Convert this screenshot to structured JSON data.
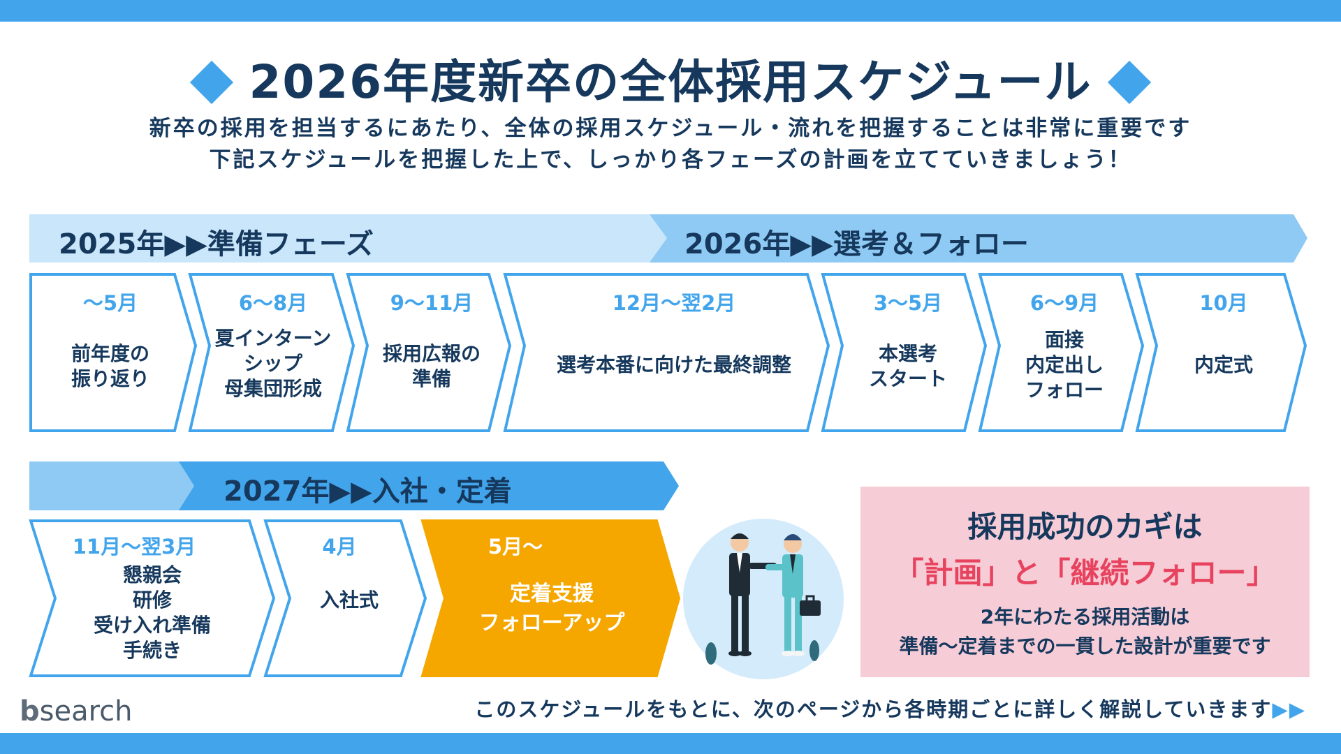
{
  "title": "2026年度新卒の全体採用スケジュール",
  "subtitle": [
    "新卒の採用を担当するにあたり、全体の採用スケジュール・流れを把握することは非常に重要です",
    "下記スケジュールを把握した上で、しっかり各フェーズの計画を立てていきましょう！"
  ],
  "phases": [
    {
      "label": "2025年▶▶準備フェーズ"
    },
    {
      "label": "2026年▶▶選考＆フォロー"
    },
    {
      "label": "2027年▶▶入社・定着"
    }
  ],
  "row1": [
    {
      "month": "〜5月",
      "desc": "前年度の\n振り返り"
    },
    {
      "month": "6〜8月",
      "desc": "夏インターン\nシップ\n母集団形成"
    },
    {
      "month": "9〜11月",
      "desc": "採用広報の\n準備"
    },
    {
      "month": "12月〜翌2月",
      "desc": "選考本番に向けた最終調整"
    },
    {
      "month": "3〜5月",
      "desc": "本選考\nスタート"
    },
    {
      "month": "6〜9月",
      "desc": "面接\n内定出し\nフォロー"
    },
    {
      "month": "10月",
      "desc": "内定式"
    }
  ],
  "row2": [
    {
      "month": "11月〜翌3月",
      "desc": "懇親会\n研修\n受け入れ準備\n手続き"
    },
    {
      "month": "4月",
      "desc": "入社式"
    },
    {
      "month": "5月〜",
      "desc": "定着支援\nフォローアップ"
    }
  ],
  "key_box": {
    "heading": "採用成功のカギは",
    "emphasis": "「計画」と「継続フォロー」",
    "body": "2年にわたる採用活動は\n準備〜定着までの一貫した設計が重要です"
  },
  "footer_note": "このスケジュールをもとに、次のページから各時期ごとに詳しく解説していきます",
  "footer_arrows": "▶▶",
  "logo": {
    "mark": "b",
    "text": "search"
  },
  "colors": {
    "primary": "#42a5ec",
    "light": "#c9e6fb",
    "mid": "#8fcaf4",
    "navy": "#15385c",
    "orange": "#f5a700",
    "pink": "#f6ccd7",
    "red": "#e8435e"
  }
}
